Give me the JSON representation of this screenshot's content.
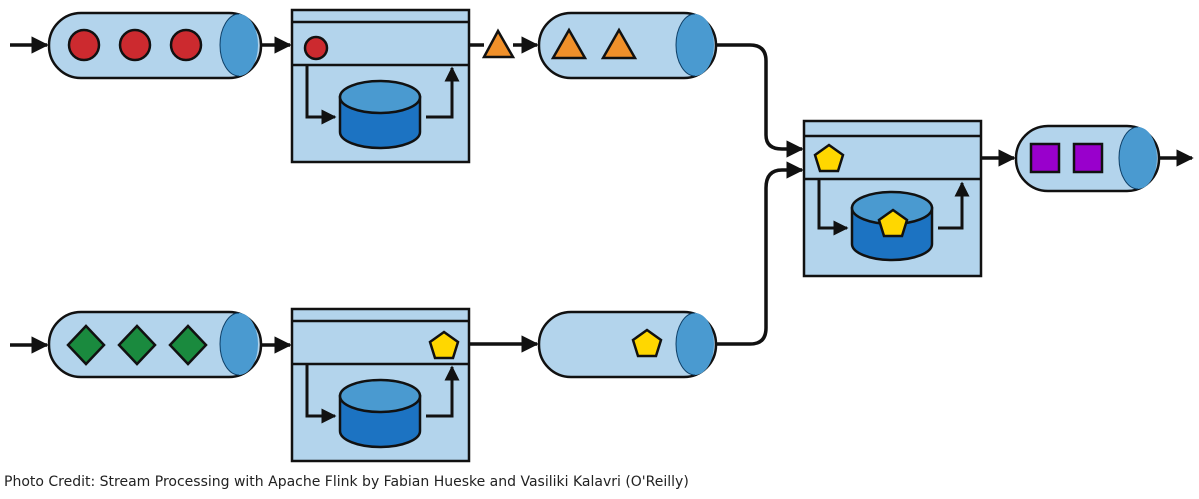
{
  "caption": "Photo Credit: Stream Processing with Apache Flink by Fabian Hueske and Vasiliki Kalavri (O'Reilly)",
  "colors": {
    "queue_fill": "#b3d4ec",
    "queue_end": "#4a9ad0",
    "operator_fill": "#b3d4ec",
    "stroke": "#111111",
    "state_top": "#4a9ad0",
    "state_body": "#1c73c2",
    "red_event": "#cc2a2f",
    "orange_event": "#f0902a",
    "green_event": "#1a8a3e",
    "yellow_event": "#ffd700",
    "purple_event": "#9900cc"
  },
  "icons": {
    "red_event": "circle",
    "orange_event": "triangle",
    "green_event": "diamond",
    "yellow_event": "pentagon",
    "purple_event": "square",
    "state": "cylinder"
  },
  "streams": {
    "input_red_events": 3,
    "red_op_output_triangles": 2,
    "input_green_events": 3,
    "green_op_output_pentagons": 1,
    "join_output_squares": 2
  }
}
